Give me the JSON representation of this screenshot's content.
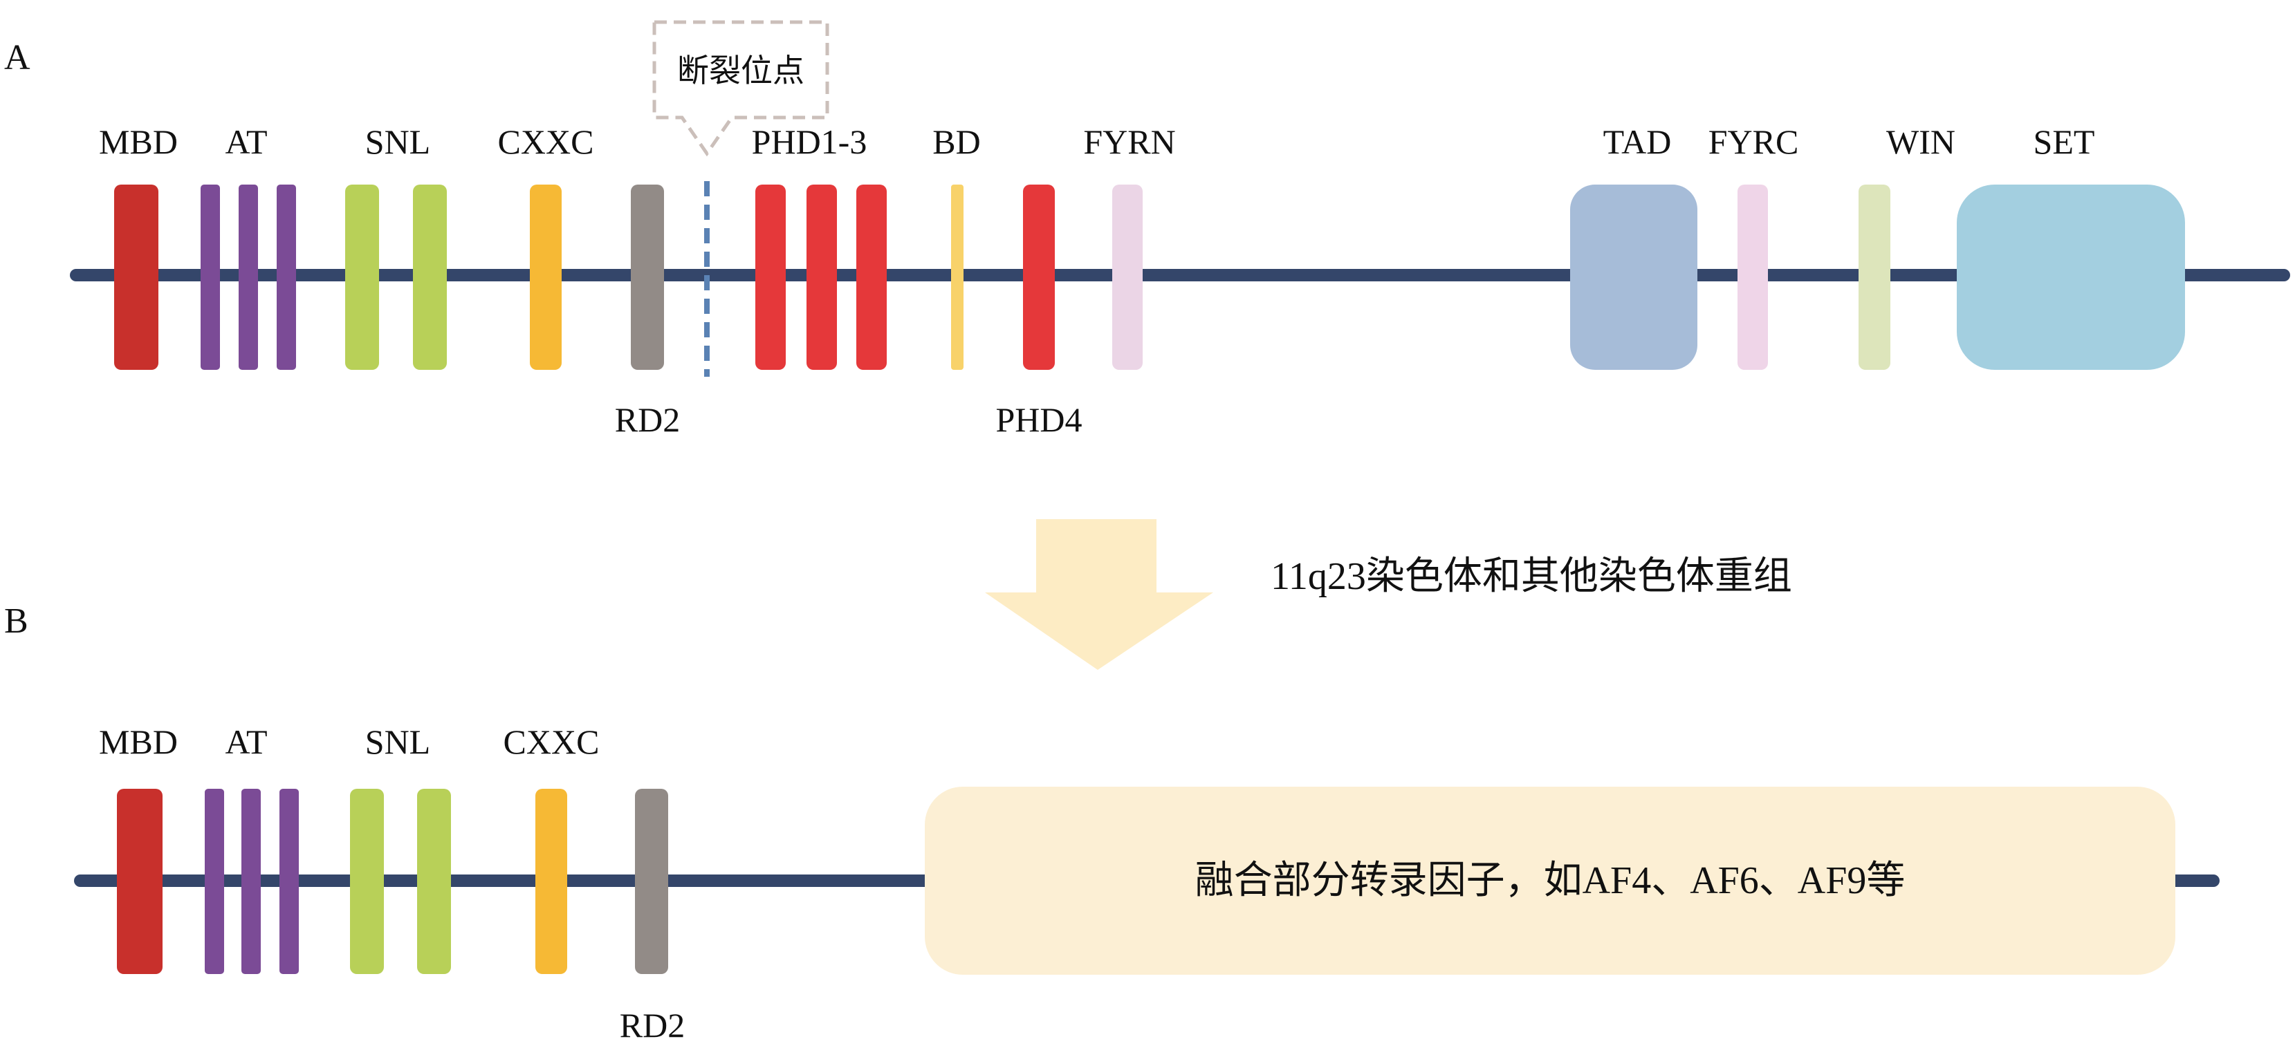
{
  "panel_a": {
    "letter": "A",
    "callout": "断裂位点",
    "domains": [
      {
        "id": "mbd",
        "label": "MBD",
        "color": "#c8302c"
      },
      {
        "id": "at1",
        "label": "AT",
        "color": "#7b4b96"
      },
      {
        "id": "at2",
        "label": "",
        "color": "#7b4b96"
      },
      {
        "id": "at3",
        "label": "",
        "color": "#7b4b96"
      },
      {
        "id": "snl1",
        "label": "SNL",
        "color": "#b8d058"
      },
      {
        "id": "snl2",
        "label": "",
        "color": "#b8d058"
      },
      {
        "id": "cxxc",
        "label": "CXXC",
        "color": "#f6b935"
      },
      {
        "id": "rd2",
        "label": "RD2",
        "color": "#928b87"
      },
      {
        "id": "phd1",
        "label": "PHD1-3",
        "color": "#e5383a"
      },
      {
        "id": "phd2",
        "label": "",
        "color": "#e5383a"
      },
      {
        "id": "phd3",
        "label": "",
        "color": "#e5383a"
      },
      {
        "id": "bd",
        "label": "BD",
        "color": "#f8d26a"
      },
      {
        "id": "phd4",
        "label": "PHD4",
        "color": "#e5383a"
      },
      {
        "id": "fyrn",
        "label": "FYRN",
        "color": "#ebd5e6"
      },
      {
        "id": "tad",
        "label": "TAD",
        "color": "#a6bcd8"
      },
      {
        "id": "fyrc",
        "label": "FYRC",
        "color": "#efd5e8"
      },
      {
        "id": "win",
        "label": "WIN",
        "color": "#dde5bb"
      },
      {
        "id": "set",
        "label": "SET",
        "color": "#a3cfe0"
      }
    ]
  },
  "transition": {
    "label": "11q23染色体和其他染色体重组",
    "arrow_color": "#fdecc4"
  },
  "panel_b": {
    "letter": "B",
    "domains": [
      {
        "id": "mbd",
        "label": "MBD",
        "color": "#c8302c"
      },
      {
        "id": "at1",
        "label": "AT",
        "color": "#7b4b96"
      },
      {
        "id": "at2",
        "label": "",
        "color": "#7b4b96"
      },
      {
        "id": "at3",
        "label": "",
        "color": "#7b4b96"
      },
      {
        "id": "snl1",
        "label": "SNL",
        "color": "#b8d058"
      },
      {
        "id": "snl2",
        "label": "",
        "color": "#b8d058"
      },
      {
        "id": "cxxc",
        "label": "CXXC",
        "color": "#f6b935"
      },
      {
        "id": "rd2",
        "label": "RD2",
        "color": "#928b87"
      }
    ],
    "fusion_label": "融合部分转录因子，如AF4、AF6、AF9等",
    "fusion_color": "#fcefd4"
  },
  "backbone_color": "#34466a",
  "breakpoint_color": "#5a82b4"
}
